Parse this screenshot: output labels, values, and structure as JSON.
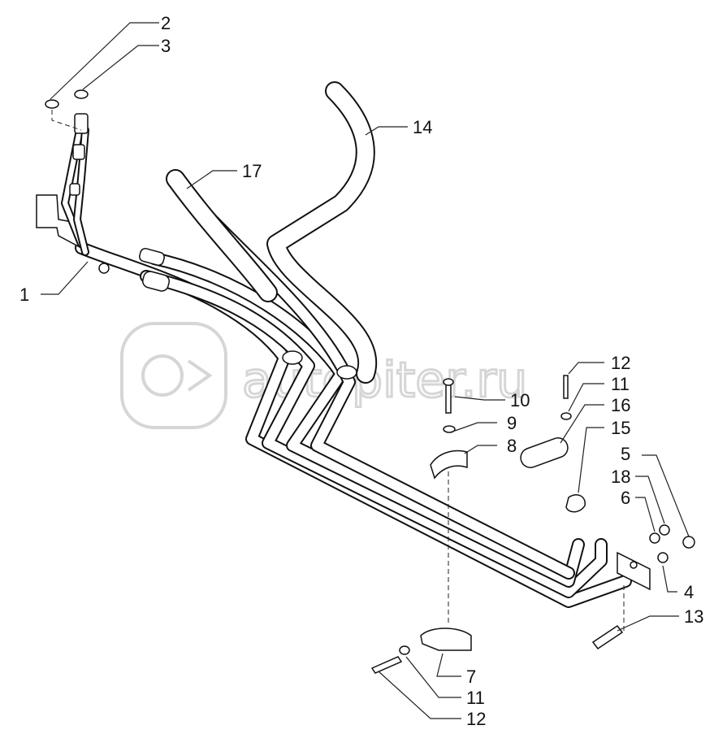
{
  "watermark": {
    "text": "autopiter.ru"
  },
  "callouts": [
    {
      "id": "c1",
      "label": "1"
    },
    {
      "id": "c2",
      "label": "2"
    },
    {
      "id": "c3",
      "label": "3"
    },
    {
      "id": "c14",
      "label": "14"
    },
    {
      "id": "c17",
      "label": "17"
    },
    {
      "id": "c12a",
      "label": "12"
    },
    {
      "id": "c11a",
      "label": "11"
    },
    {
      "id": "c10",
      "label": "10"
    },
    {
      "id": "c16",
      "label": "16"
    },
    {
      "id": "c9",
      "label": "9"
    },
    {
      "id": "c15",
      "label": "15"
    },
    {
      "id": "c8",
      "label": "8"
    },
    {
      "id": "c5",
      "label": "5"
    },
    {
      "id": "c18",
      "label": "18"
    },
    {
      "id": "c6",
      "label": "6"
    },
    {
      "id": "c4",
      "label": "4"
    },
    {
      "id": "c13",
      "label": "13"
    },
    {
      "id": "c7",
      "label": "7"
    },
    {
      "id": "c11b",
      "label": "11"
    },
    {
      "id": "c12b",
      "label": "12"
    }
  ]
}
